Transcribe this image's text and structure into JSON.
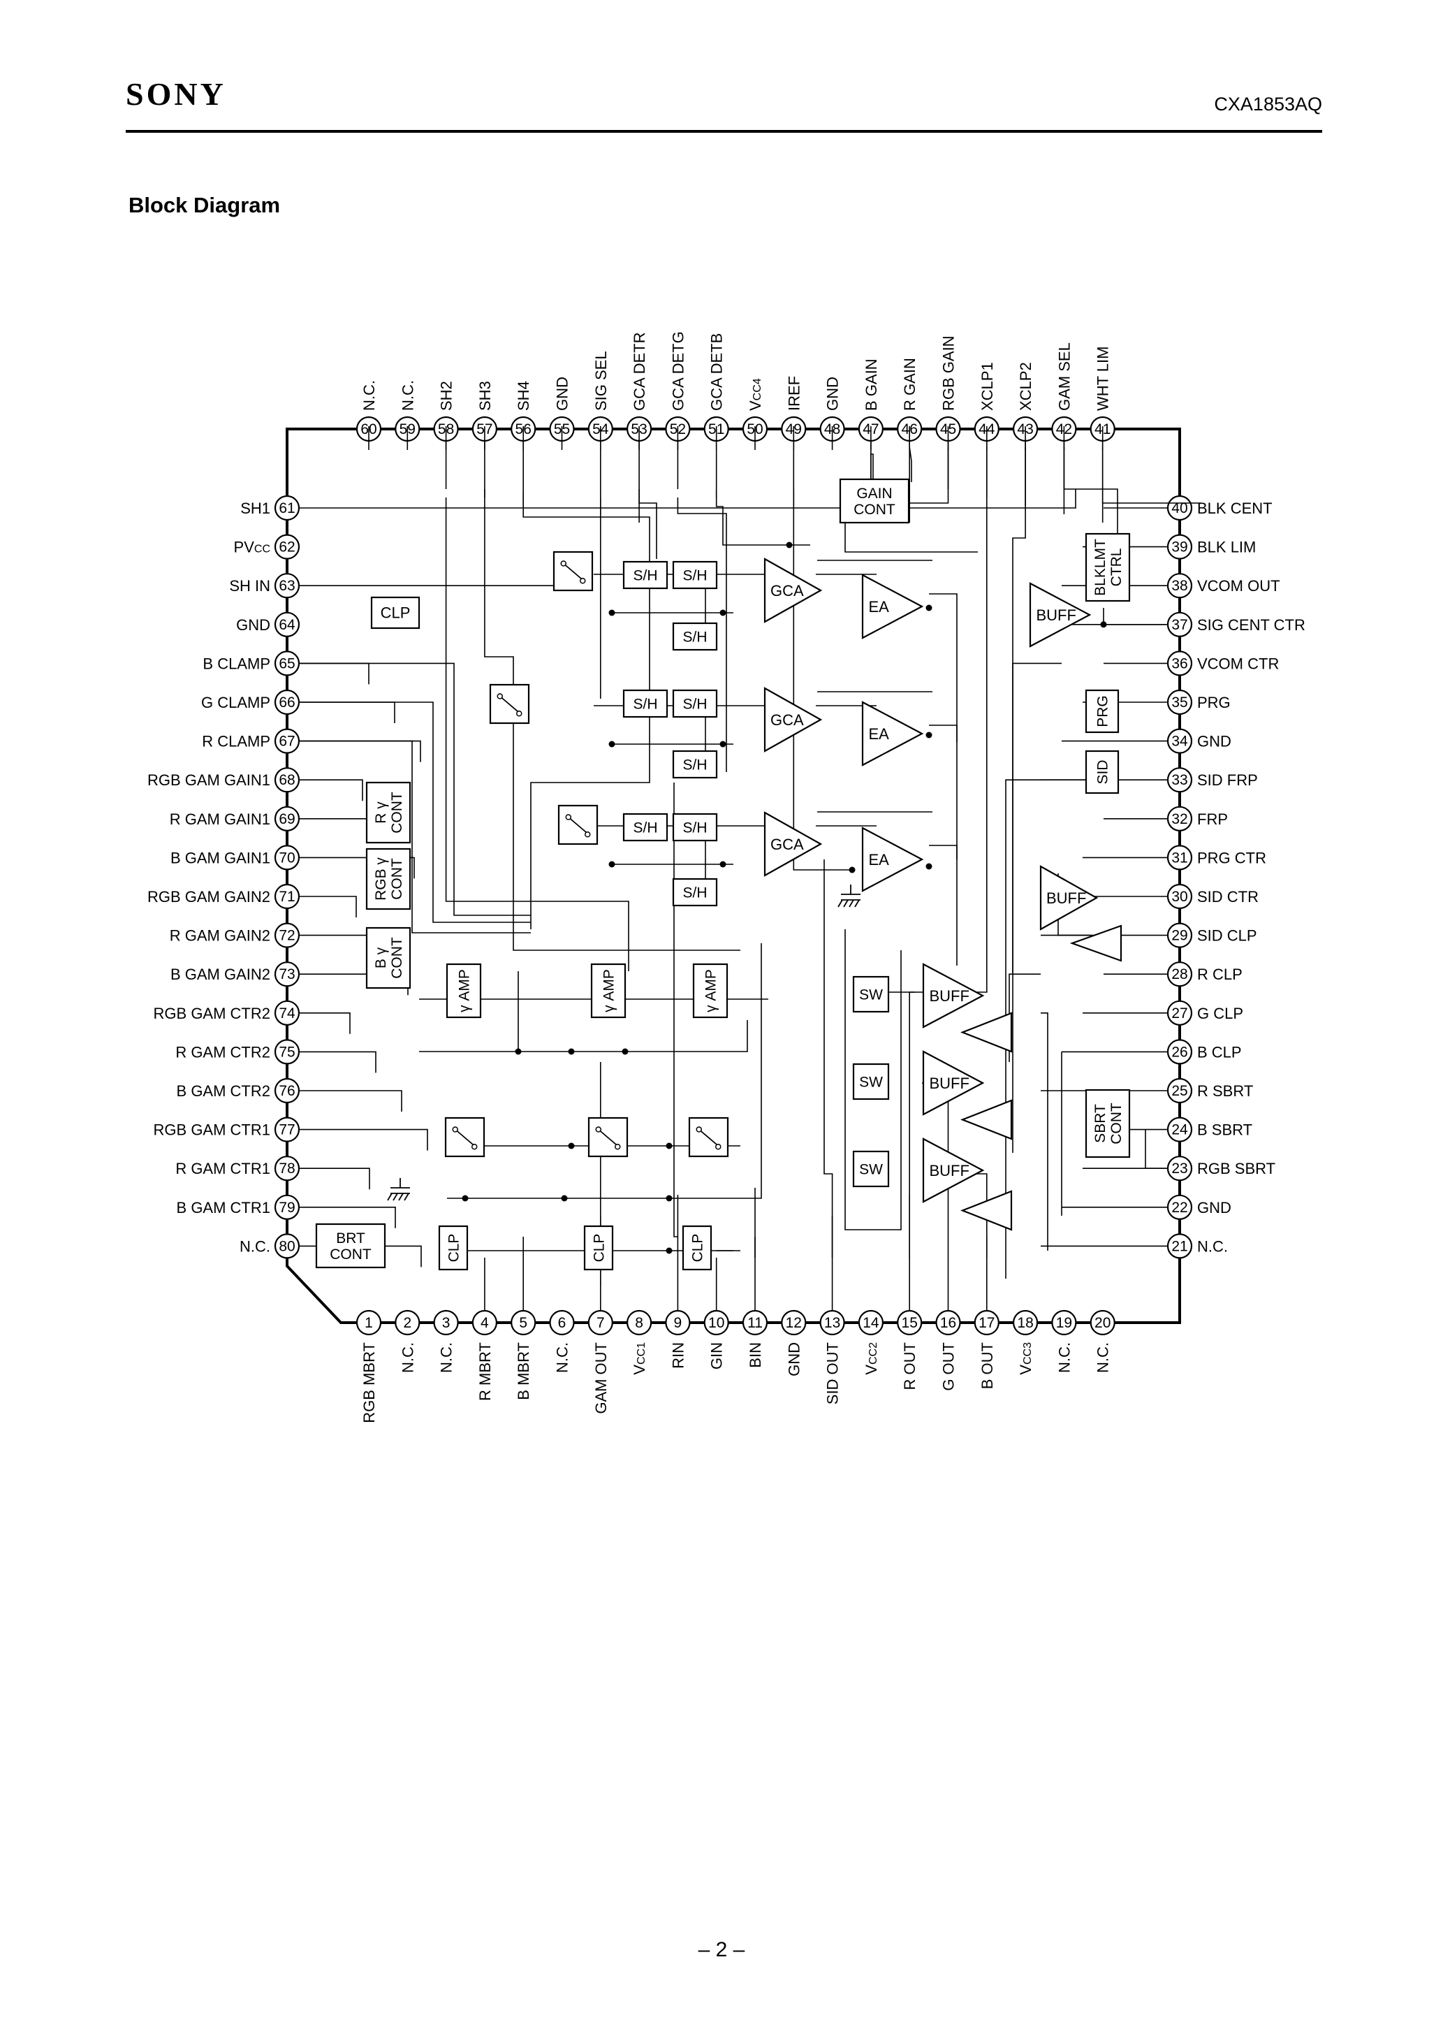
{
  "header": {
    "brand": "SONY",
    "part_number": "CXA1853AQ"
  },
  "section_title": "Block Diagram",
  "page_number": "– 2 –",
  "pins_top": [
    {
      "n": "60",
      "label": "N.C."
    },
    {
      "n": "59",
      "label": "N.C."
    },
    {
      "n": "58",
      "label": "SH2"
    },
    {
      "n": "57",
      "label": "SH3"
    },
    {
      "n": "56",
      "label": "SH4"
    },
    {
      "n": "55",
      "label": "GND"
    },
    {
      "n": "54",
      "label": "SIG SEL"
    },
    {
      "n": "53",
      "label": "GCA DETR"
    },
    {
      "n": "52",
      "label": "GCA DETG"
    },
    {
      "n": "51",
      "label": "GCA DETB"
    },
    {
      "n": "50",
      "label": "VCC4"
    },
    {
      "n": "49",
      "label": "IREF"
    },
    {
      "n": "48",
      "label": "GND"
    },
    {
      "n": "47",
      "label": "B GAIN"
    },
    {
      "n": "46",
      "label": "R GAIN"
    },
    {
      "n": "45",
      "label": "RGB GAIN"
    },
    {
      "n": "44",
      "label": "XCLP1"
    },
    {
      "n": "43",
      "label": "XCLP2"
    },
    {
      "n": "42",
      "label": "GAM SEL"
    },
    {
      "n": "41",
      "label": "WHT LIM"
    }
  ],
  "pins_bottom": [
    {
      "n": "1",
      "label": "RGB MBRT"
    },
    {
      "n": "2",
      "label": "N.C."
    },
    {
      "n": "3",
      "label": "N.C."
    },
    {
      "n": "4",
      "label": "R MBRT"
    },
    {
      "n": "5",
      "label": "B MBRT"
    },
    {
      "n": "6",
      "label": "N.C."
    },
    {
      "n": "7",
      "label": "GAM OUT"
    },
    {
      "n": "8",
      "label": "VCC1"
    },
    {
      "n": "9",
      "label": "RIN"
    },
    {
      "n": "10",
      "label": "GIN"
    },
    {
      "n": "11",
      "label": "BIN"
    },
    {
      "n": "12",
      "label": "GND"
    },
    {
      "n": "13",
      "label": "SID OUT"
    },
    {
      "n": "14",
      "label": "VCC2"
    },
    {
      "n": "15",
      "label": "R OUT"
    },
    {
      "n": "16",
      "label": "G OUT"
    },
    {
      "n": "17",
      "label": "B OUT"
    },
    {
      "n": "18",
      "label": "VCC3"
    },
    {
      "n": "19",
      "label": "N.C."
    },
    {
      "n": "20",
      "label": "N.C."
    }
  ],
  "pins_left": [
    {
      "n": "61",
      "label": "SH1"
    },
    {
      "n": "62",
      "label": "PVCC"
    },
    {
      "n": "63",
      "label": "SH IN"
    },
    {
      "n": "64",
      "label": "GND"
    },
    {
      "n": "65",
      "label": "B CLAMP"
    },
    {
      "n": "66",
      "label": "G CLAMP"
    },
    {
      "n": "67",
      "label": "R CLAMP"
    },
    {
      "n": "68",
      "label": "RGB GAM GAIN1"
    },
    {
      "n": "69",
      "label": "R GAM GAIN1"
    },
    {
      "n": "70",
      "label": "B GAM GAIN1"
    },
    {
      "n": "71",
      "label": "RGB GAM GAIN2"
    },
    {
      "n": "72",
      "label": "R GAM GAIN2"
    },
    {
      "n": "73",
      "label": "B GAM GAIN2"
    },
    {
      "n": "74",
      "label": "RGB GAM CTR2"
    },
    {
      "n": "75",
      "label": "R GAM CTR2"
    },
    {
      "n": "76",
      "label": "B GAM CTR2"
    },
    {
      "n": "77",
      "label": "RGB GAM CTR1"
    },
    {
      "n": "78",
      "label": "R GAM CTR1"
    },
    {
      "n": "79",
      "label": "B GAM CTR1"
    },
    {
      "n": "80",
      "label": "N.C."
    }
  ],
  "pins_right": [
    {
      "n": "40",
      "label": "BLK CENT"
    },
    {
      "n": "39",
      "label": "BLK LIM"
    },
    {
      "n": "38",
      "label": "VCOM OUT"
    },
    {
      "n": "37",
      "label": "SIG CENT CTR"
    },
    {
      "n": "36",
      "label": "VCOM CTR"
    },
    {
      "n": "35",
      "label": "PRG"
    },
    {
      "n": "34",
      "label": "GND"
    },
    {
      "n": "33",
      "label": "SID FRP"
    },
    {
      "n": "32",
      "label": "FRP"
    },
    {
      "n": "31",
      "label": "PRG CTR"
    },
    {
      "n": "30",
      "label": "SID CTR"
    },
    {
      "n": "29",
      "label": "SID CLP"
    },
    {
      "n": "28",
      "label": "R CLP"
    },
    {
      "n": "27",
      "label": "G CLP"
    },
    {
      "n": "26",
      "label": "B CLP"
    },
    {
      "n": "25",
      "label": "R SBRT"
    },
    {
      "n": "24",
      "label": "B SBRT"
    },
    {
      "n": "23",
      "label": "RGB SBRT"
    },
    {
      "n": "22",
      "label": "GND"
    },
    {
      "n": "21",
      "label": "N.C."
    }
  ],
  "blocks": {
    "gain_cont": [
      "GAIN",
      "CONT"
    ],
    "blklmt_ctrl": [
      "BLKLMT",
      "CTRL"
    ],
    "clp": "CLP",
    "sh": "S/H",
    "gca": "GCA",
    "ea": "EA",
    "buff": "BUFF",
    "prg": "PRG",
    "sid": "SID",
    "r_gamma_cont": [
      "R γ",
      "CONT"
    ],
    "rgb_gamma_cont": [
      "RGB γ",
      "CONT"
    ],
    "b_gamma_cont": [
      "B γ",
      "CONT"
    ],
    "gamma_amp": "γ AMP",
    "sw": "SW",
    "sbrt_cont": [
      "SBRT",
      "CONT"
    ],
    "brt_cont": [
      "BRT",
      "CONT"
    ]
  }
}
